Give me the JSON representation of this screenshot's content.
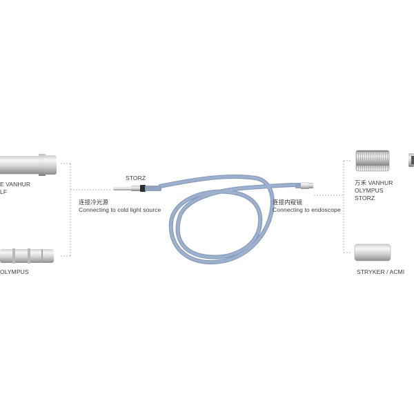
{
  "colors": {
    "background": "#ffffff",
    "cable": "#93a8c7",
    "cable_shadow": "#7d93b4",
    "metal_light": "#eeeeee",
    "metal_dark": "#9a9a9a",
    "dash": "#9a9a9a"
  },
  "labels": {
    "left_top_line1": "E VANHUR",
    "left_top_line2": "LF",
    "left_bottom": "OLYMPUS",
    "storz_top": "STORZ",
    "source_cn": "连接冷光源",
    "source_en": "Connecting to cold light source",
    "scope_cn": "连接内窥镜",
    "scope_en": "Connecting to endoscope",
    "right_list_line1": "万禾 VANHUR",
    "right_list_line2": "OLYMPUS",
    "right_list_line3": "STORZ",
    "right_bottom": "STRYKER / ACMI"
  },
  "icons": {
    "left_top_adapter": "metal-adapter-icon",
    "left_bottom_adapter": "metal-adapter-icon",
    "right_top_adapter": "knurled-adapter-icon",
    "right_bottom_adapter": "metal-adapter-icon",
    "cable": "fiber-optic-cable-icon"
  }
}
